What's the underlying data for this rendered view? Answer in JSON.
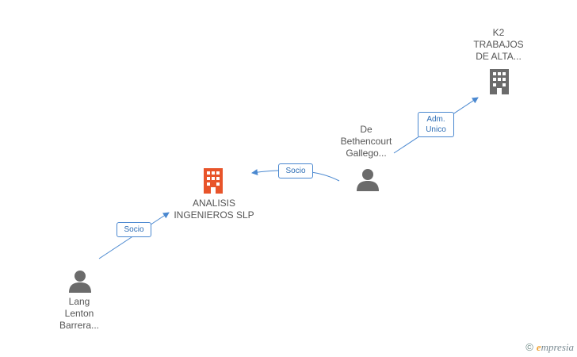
{
  "nodes": {
    "analisis": {
      "lines": [
        "ANALISIS",
        "INGENIEROS SLP"
      ],
      "kind": "company",
      "color": "#e8542a"
    },
    "k2": {
      "lines": [
        "K2",
        "TRABAJOS",
        "DE ALTA..."
      ],
      "kind": "company",
      "color": "#6b6b6b"
    },
    "bethencourt": {
      "lines": [
        "De",
        "Bethencourt",
        "Gallego..."
      ],
      "kind": "person",
      "color": "#6b6b6b"
    },
    "lang": {
      "lines": [
        "Lang",
        "Lenton",
        "Barrera..."
      ],
      "kind": "person",
      "color": "#6b6b6b"
    }
  },
  "edges": {
    "socio_lang": {
      "lines": [
        "Socio"
      ]
    },
    "socio_bethencourt": {
      "lines": [
        "Socio"
      ]
    },
    "adm_unico": {
      "lines": [
        "Adm.",
        "Unico"
      ]
    }
  },
  "colors": {
    "edge": "#4a88d0",
    "label": "#555555"
  },
  "brand": {
    "copyright": "©",
    "initial": "e",
    "name": "mpresia"
  }
}
